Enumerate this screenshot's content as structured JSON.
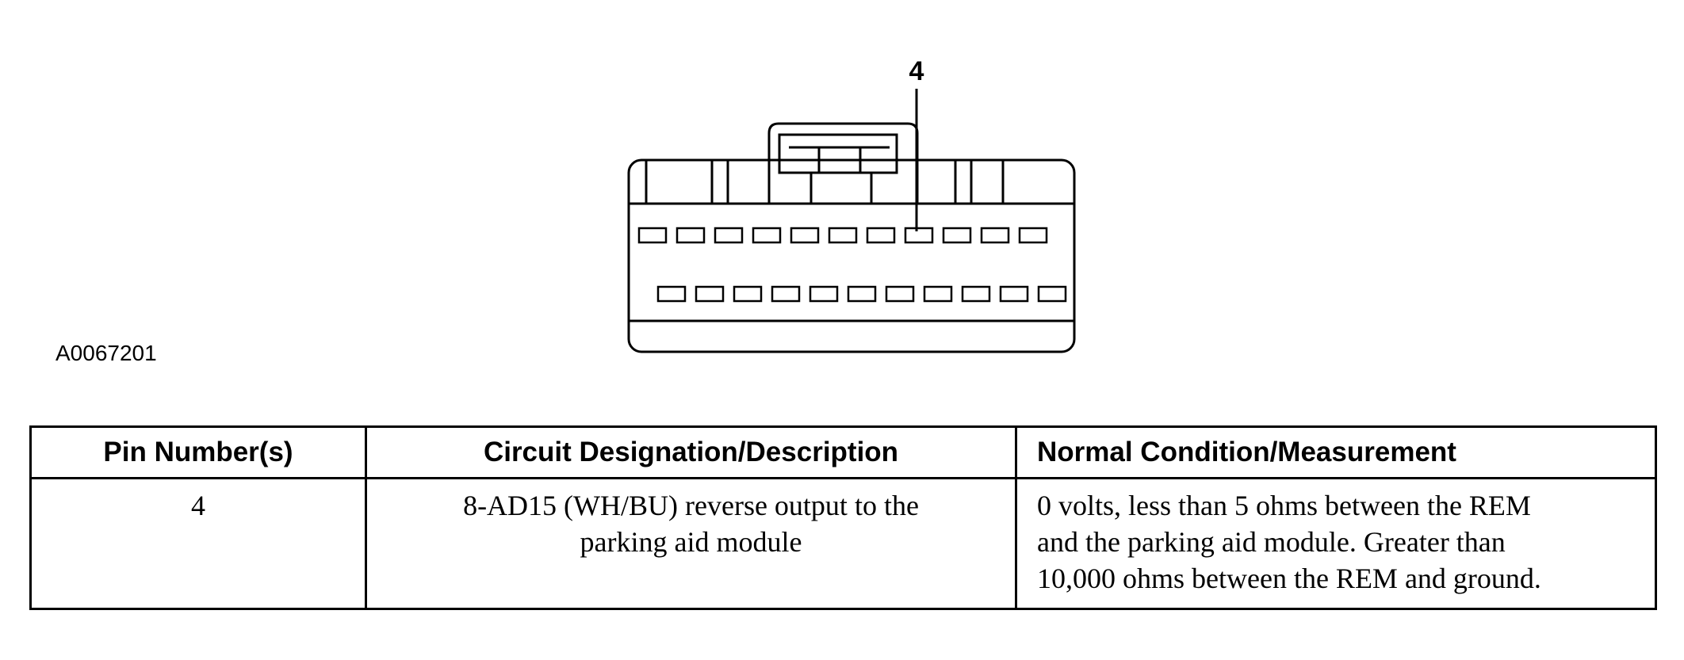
{
  "figure": {
    "id": "A0067201",
    "callout": "4"
  },
  "table": {
    "headers": [
      "Pin Number(s)",
      "Circuit Designation/Description",
      "Normal Condition/Measurement"
    ],
    "rows": [
      {
        "pin": "4",
        "circuit_line1": "8-AD15 (WH/BU) reverse output to the",
        "circuit_line2": "parking aid module",
        "condition_line1": "0 volts, less than 5 ohms between the REM",
        "condition_line2": "and the parking aid module. Greater than",
        "condition_line3": "10,000 ohms between the REM and ground."
      }
    ]
  }
}
